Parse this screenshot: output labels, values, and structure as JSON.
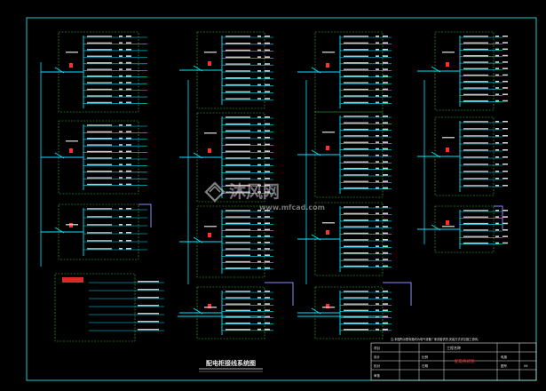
{
  "drawing": {
    "title": "配电柜接线系统图",
    "note": "注:本图所示配电箱均为电气设备厂家成套供货,安装方式详见施工说明。",
    "colors": {
      "background": "#000000",
      "frame": "#1ec8c8",
      "wire": "#00e5ff",
      "label": "#e6e6e6",
      "highlight": "#ff3030",
      "panel": "#3cb43c",
      "busbar": "#8a8aff"
    }
  },
  "title_block": {
    "project_title": "工程名称",
    "drawing_name": "配电系统图",
    "project_label": "项目",
    "drawing_no": "电施",
    "scale_label": "比例",
    "date_label": "日期",
    "designer_label": "设计",
    "checker_label": "校对",
    "approver_label": "审核",
    "sheet_label": "图号",
    "sheet_value": "06"
  },
  "watermark": {
    "brand": "沐风网",
    "url": "www.mfcad.com"
  }
}
